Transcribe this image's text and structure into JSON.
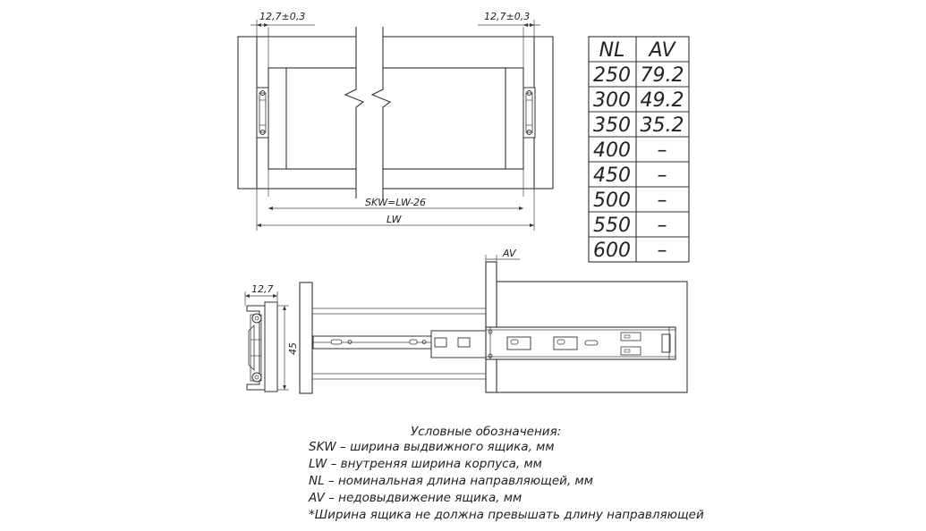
{
  "top_view": {
    "dim_left": "12,7±0,3",
    "dim_right": "12,7±0,3",
    "inner_dim": "SKW=LW-26",
    "outer_dim": "LW"
  },
  "table": {
    "header": [
      "NL",
      "AV"
    ],
    "rows": [
      [
        "250",
        "79.2"
      ],
      [
        "300",
        "49.2"
      ],
      [
        "350",
        "35.2"
      ],
      [
        "400",
        "–"
      ],
      [
        "450",
        "–"
      ],
      [
        "500",
        "–"
      ],
      [
        "550",
        "–"
      ],
      [
        "600",
        "–"
      ]
    ]
  },
  "side_view": {
    "dim_width": "12,7",
    "dim_height": "45",
    "av_label": "AV"
  },
  "legend": {
    "title": "Условные обозначения:",
    "lines": [
      "SKW – ширина выдвижного ящика, мм",
      "LW – внутреняя ширина корпуса, мм",
      "NL – номинальная длина направляющей, мм",
      "AV – недовыдвижение ящика, мм",
      "*Ширина ящика не должна превышать длину направляющей"
    ]
  }
}
